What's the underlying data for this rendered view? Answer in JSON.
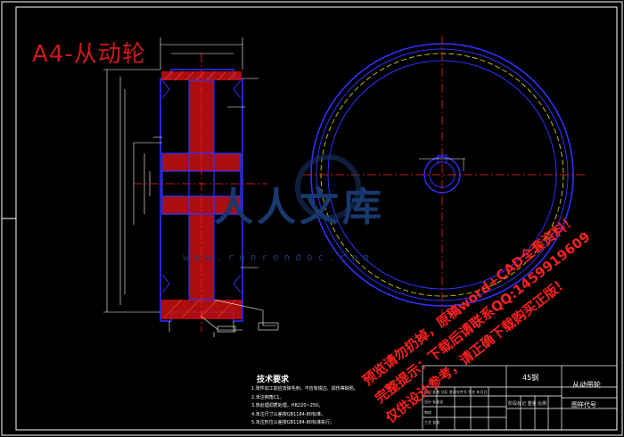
{
  "watermark": {
    "title": "A4-从动轮",
    "brand": "人人文库",
    "url": "www.renrendoc.com",
    "diagonal": [
      "预览请勿扔掉，原稿word+CAD全套资料！",
      "完整提示：下载后请联系QQ:1459919609",
      "仅供设计参考，请正确下载购买正版！"
    ]
  },
  "tech_requirements": {
    "title": "技术要求",
    "notes": [
      "1.零件加工前应去除毛刺，不应有锐边、损伤等缺陷。",
      "2.未注倒角C1。",
      "3.热处理调质处理，HB220~250。",
      "4.未注尺寸公差按GB1184-80标准。",
      "5.未注形位公差按GB1184-80标准执行。"
    ]
  },
  "title_block": {
    "material": "45钢",
    "part_name": "从动带轮",
    "drawing_no": "图样代号",
    "row1": "标记 处数 分区 更改文件号 签名 年月日",
    "row2": "设计        标准化",
    "row3": "审核",
    "row4": "工艺        批准",
    "mid": "阶段标记  重量  比例"
  },
  "colors": {
    "background": "#000000",
    "outline": "#3030ff",
    "hatch": "#ff2020",
    "centerline": "#ff2020",
    "dimension": "#ffffff",
    "groove": "#e8e000"
  }
}
